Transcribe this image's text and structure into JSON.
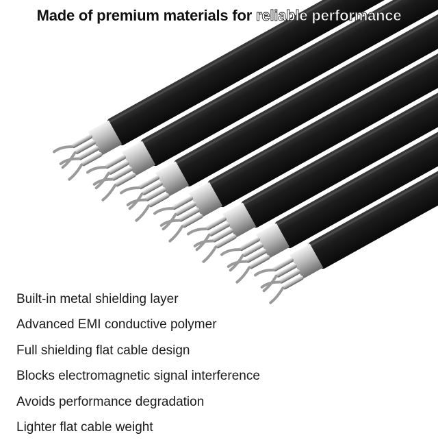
{
  "headline": {
    "lead": "Made of premium materials for ",
    "tail": "reliable performance"
  },
  "features": [
    "Built-in metal shielding layer",
    "Advanced EMI conductive polymer",
    "Full shielding flat cable design",
    "Blocks electromagnetic signal interference",
    "Avoids performance degradation",
    "Lighter flat cable weight"
  ],
  "colors": {
    "jacket": "#161616",
    "foil": "#c8c8c8",
    "text": "#1a1a1a"
  },
  "icons": [
    "flat-cable-illustration"
  ]
}
